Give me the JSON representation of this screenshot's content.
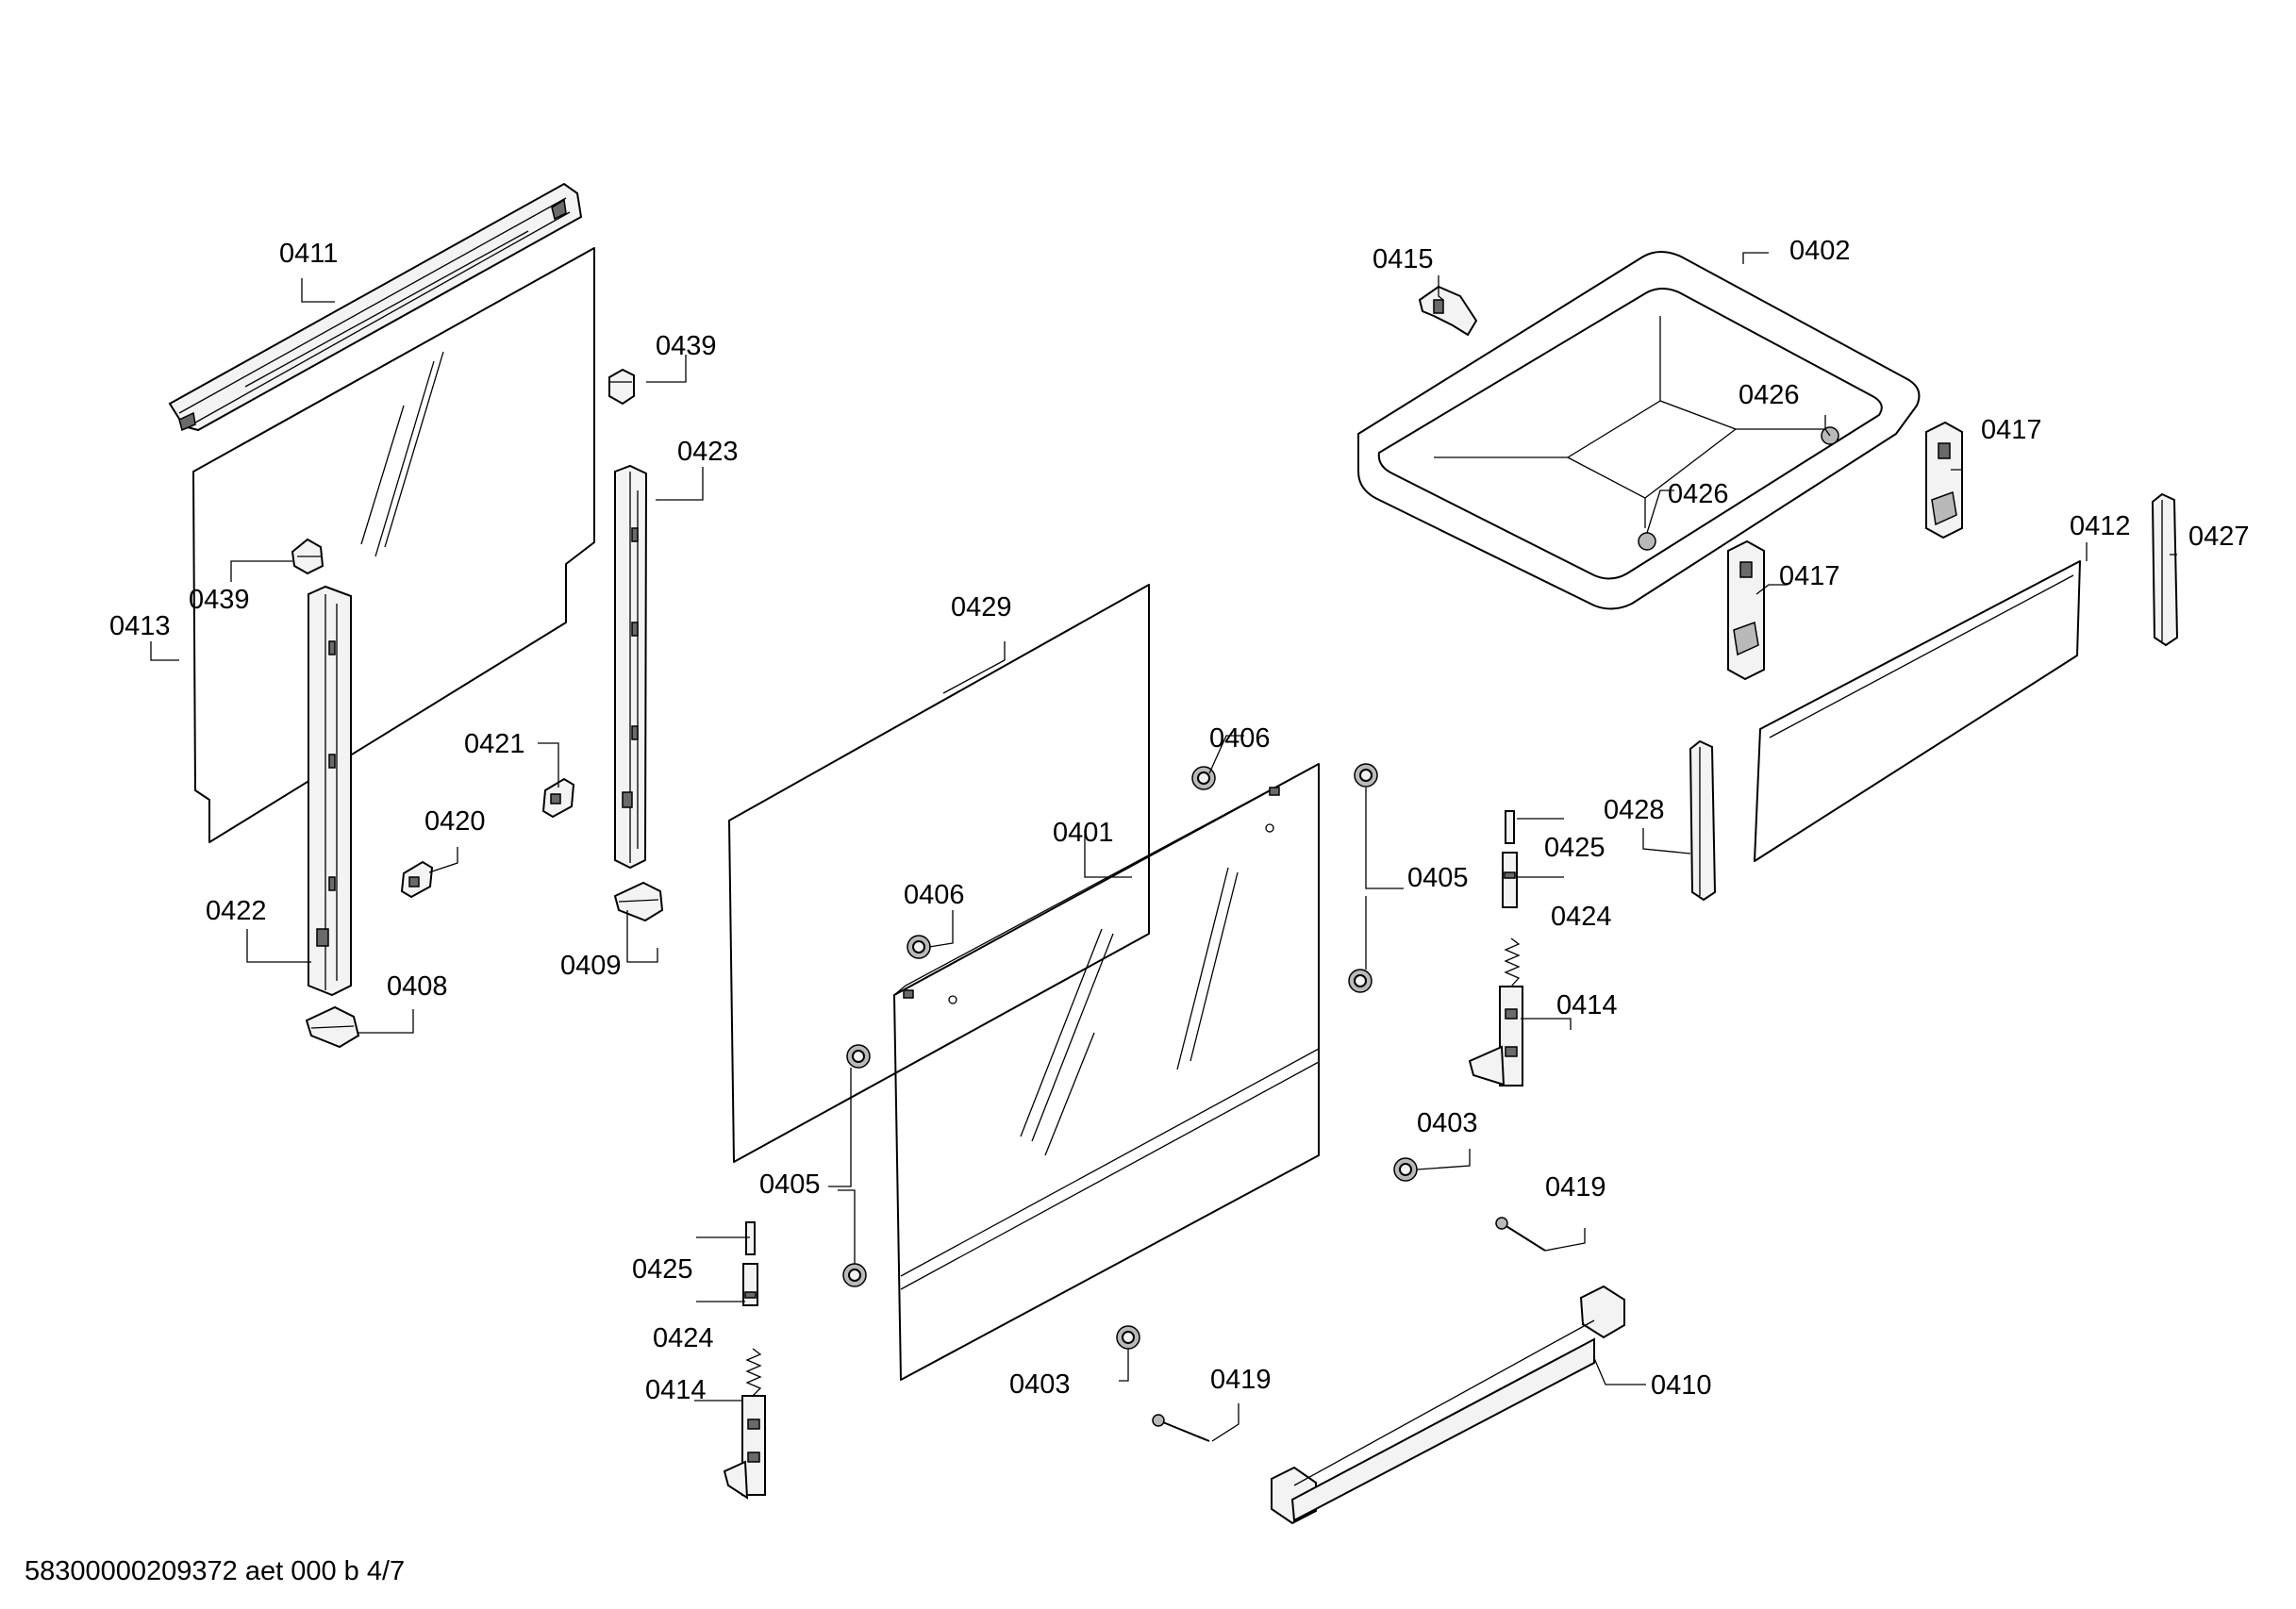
{
  "footer": {
    "doc_id": "58300000209372 aet 000 b 4/7"
  },
  "callouts": {
    "c0411": "0411",
    "c0439a": "0439",
    "c0439b": "0439",
    "c0423": "0423",
    "c0413": "0413",
    "c0421": "0421",
    "c0420": "0420",
    "c0422": "0422",
    "c0408": "0408",
    "c0409": "0409",
    "c0429": "0429",
    "c0406a": "0406",
    "c0406b": "0406",
    "c0401": "0401",
    "c0405a": "0405",
    "c0405b": "0405",
    "c0425a": "0425",
    "c0424a": "0424",
    "c0414a": "0414",
    "c0403a": "0403",
    "c0419a": "0419",
    "c0415": "0415",
    "c0402": "0402",
    "c0426a": "0426",
    "c0426b": "0426",
    "c0417a": "0417",
    "c0417b": "0417",
    "c0412": "0412",
    "c0427": "0427",
    "c0428": "0428",
    "c0425b": "0425",
    "c0424b": "0424",
    "c0414b": "0414",
    "c0403b": "0403",
    "c0419b": "0419",
    "c0410": "0410"
  }
}
